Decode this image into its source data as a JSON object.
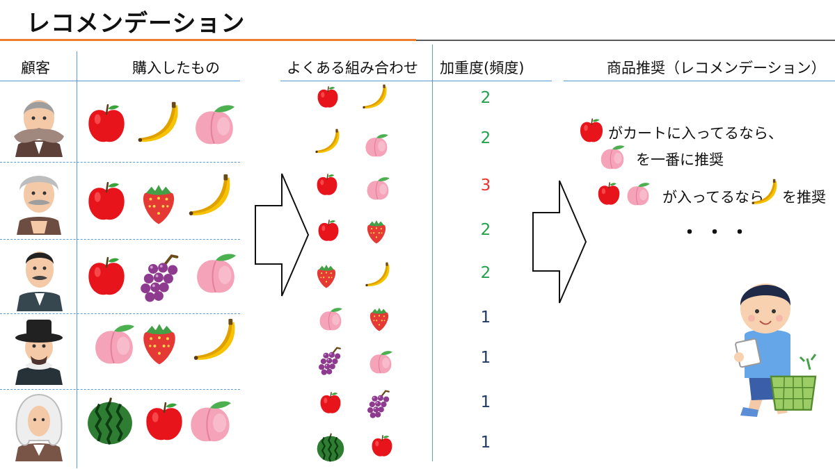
{
  "title": "レコメンデーション",
  "headers": {
    "customer": "顧客",
    "purchased": "購入したもの",
    "combos": "よくある組み合わせ",
    "weight": "加重度(頻度)",
    "recommend": "商品推奨（レコメンデーション）"
  },
  "customers": [
    {
      "avatar": "bearded-man-icon",
      "fruits": [
        "apple",
        "banana",
        "peach"
      ]
    },
    {
      "avatar": "mustached-man-icon",
      "fruits": [
        "apple",
        "strawberry",
        "banana"
      ]
    },
    {
      "avatar": "suited-man-icon",
      "fruits": [
        "apple",
        "grape",
        "peach"
      ]
    },
    {
      "avatar": "hatted-man-icon",
      "fruits": [
        "peach",
        "strawberry",
        "banana"
      ]
    },
    {
      "avatar": "wigged-man-icon",
      "fruits": [
        "watermelon",
        "apple",
        "peach"
      ]
    }
  ],
  "combinations": [
    {
      "items": [
        "apple",
        "banana"
      ],
      "weight": "2",
      "weight_color": "#22a04b"
    },
    {
      "items": [
        "banana",
        "peach"
      ],
      "weight": "2",
      "weight_color": "#22a04b"
    },
    {
      "items": [
        "apple",
        "peach"
      ],
      "weight": "3",
      "weight_color": "#e8352e"
    },
    {
      "items": [
        "apple",
        "strawberry"
      ],
      "weight": "2",
      "weight_color": "#22a04b"
    },
    {
      "items": [
        "strawberry",
        "banana"
      ],
      "weight": "2",
      "weight_color": "#22a04b"
    },
    {
      "items": [
        "peach",
        "strawberry"
      ],
      "weight": "1",
      "weight_color": "#1f3864"
    },
    {
      "items": [
        "grape",
        "peach"
      ],
      "weight": "1",
      "weight_color": "#1f3864"
    },
    {
      "items": [
        "apple",
        "grape"
      ],
      "weight": "1",
      "weight_color": "#1f3864"
    },
    {
      "items": [
        "watermelon",
        "apple"
      ],
      "weight": "1",
      "weight_color": "#1f3864"
    }
  ],
  "recommendations": {
    "line1": "がカートに入ってるなら、",
    "line2": "を一番に推奨",
    "line3a": "が入ってるなら",
    "line3b": "を推奨",
    "ellipsis": "・・・"
  },
  "colors": {
    "accent": "#ed7d31",
    "divider": "#5b9bd5"
  }
}
